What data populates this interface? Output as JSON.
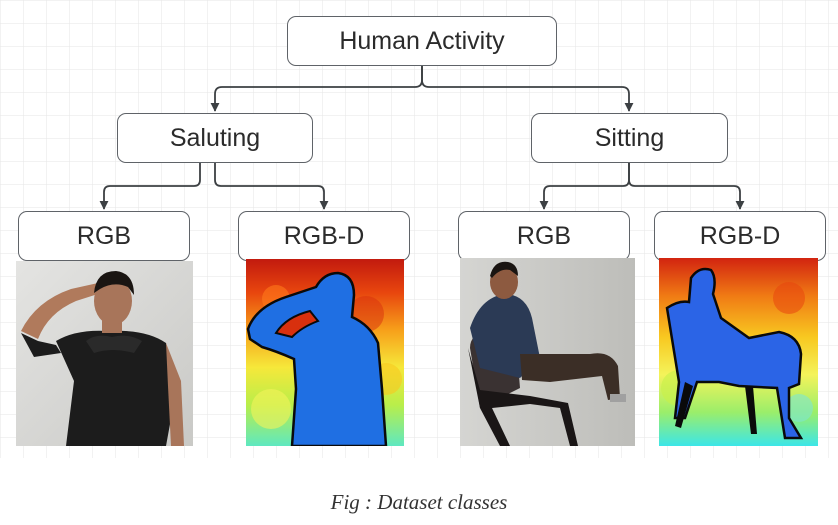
{
  "diagram": {
    "root": "Human Activity",
    "classes": [
      {
        "label": "Saluting",
        "children": [
          "RGB",
          "RGB-D"
        ]
      },
      {
        "label": "Sitting",
        "children": [
          "RGB",
          "RGB-D"
        ]
      }
    ]
  },
  "figure": {
    "caption": "Fig : Dataset classes"
  },
  "images": [
    {
      "name": "saluting-rgb",
      "kind": "rgb"
    },
    {
      "name": "saluting-depth",
      "kind": "depth"
    },
    {
      "name": "sitting-rgb",
      "kind": "rgb"
    },
    {
      "name": "sitting-depth",
      "kind": "depth"
    }
  ],
  "colors": {
    "box_border": "#5f6368",
    "arrow": "#3c4043",
    "grid": "#e6e6e6",
    "text": "#2b2b2b"
  }
}
